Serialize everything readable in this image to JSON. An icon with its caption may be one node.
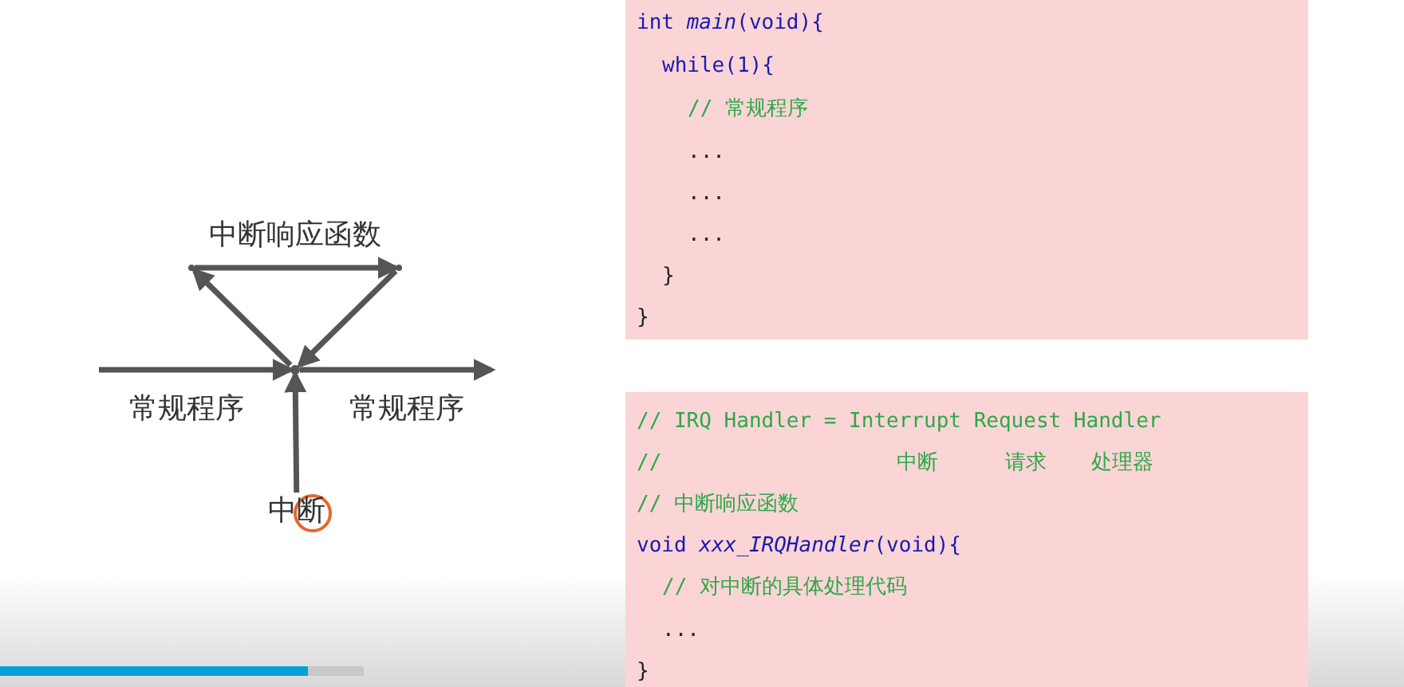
{
  "diagram": {
    "nodes": [
      {
        "text": [],
        "shape": "point"
      },
      {
        "text": [],
        "shape": "point"
      },
      {
        "text": [],
        "shape": "point"
      },
      {
        "text": [
          "中断"
        ]
      },
      {
        "text": [
          "int *main*(void){",
          "while(1){",
          "// 常规程序",
          "...",
          "...",
          "...",
          "}",
          "}"
        ]
      },
      {
        "text": [
          "// IRQ Handler = Interrupt Request Handler",
          "//",
          "中断",
          "请求",
          "处理器",
          "// 中断响应函数",
          "void *xxx_IRQHandler*(void){",
          "// 对中断的具体处理代码",
          "...",
          "}"
        ]
      }
    ],
    "edges": [
      {
        "from": null,
        "to": 0,
        "arrow": "to"
      },
      {
        "from": 0,
        "to": null,
        "arrow": "to"
      },
      {
        "from": 0,
        "to": 1,
        "arrow": "to"
      },
      {
        "from": 1,
        "to": 2,
        "arrow": "to",
        "label": "中断响应函数"
      },
      {
        "from": 2,
        "to": 0,
        "arrow": "to"
      },
      {
        "from": 3,
        "to": 0,
        "arrow": "to"
      }
    ],
    "labels": [
      "常规程序",
      "常规程序"
    ]
  }
}
